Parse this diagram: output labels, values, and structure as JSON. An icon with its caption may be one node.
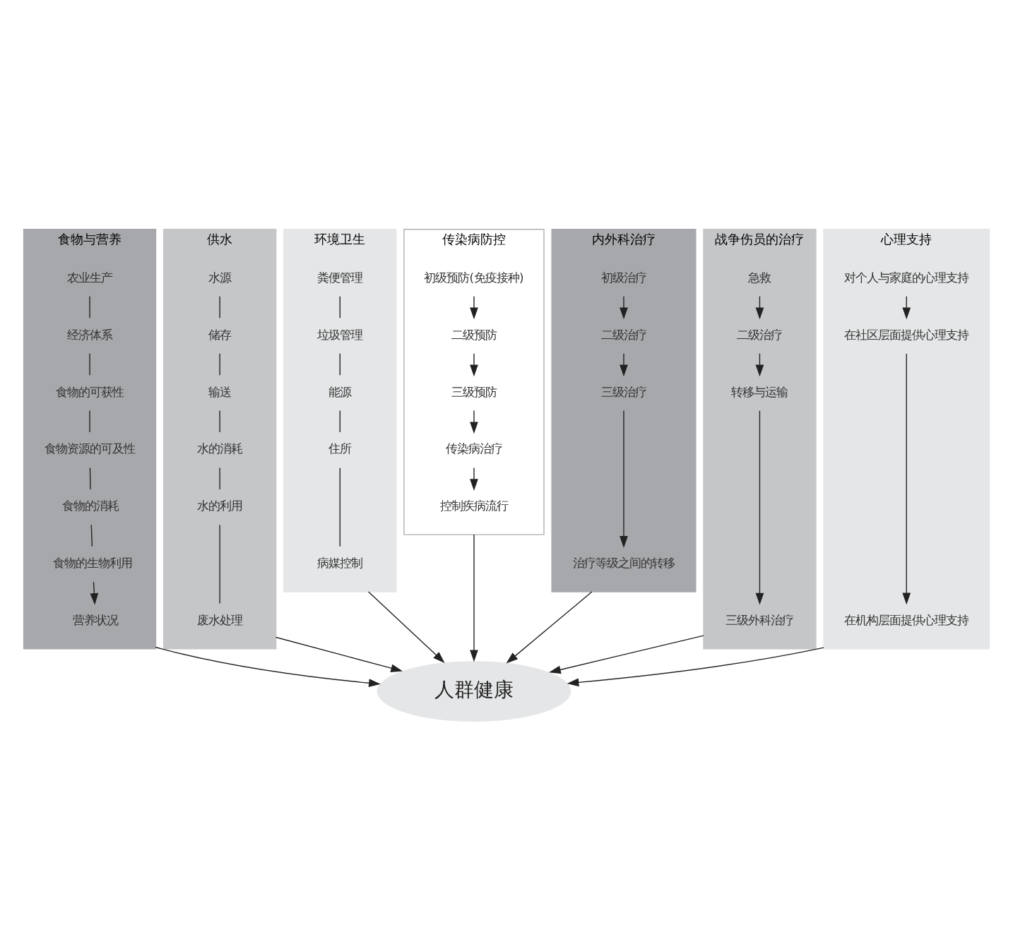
{
  "diagram": {
    "nodes": [
      {
        "text": [
          "食物与营养"
        ]
      },
      {
        "text": [
          "农业生产"
        ],
        "in": 0
      },
      {
        "text": [
          "经济体系"
        ],
        "in": 0
      },
      {
        "text": [
          "食物的可获性"
        ],
        "in": 0
      },
      {
        "text": [
          "食物资源的可及性"
        ],
        "in": 0
      },
      {
        "text": [
          "食物的消耗"
        ],
        "in": 0
      },
      {
        "text": [
          "食物的生物利用"
        ],
        "in": 0
      },
      {
        "text": [
          "营养状况"
        ],
        "in": 0
      },
      {
        "text": [
          "供水"
        ]
      },
      {
        "text": [
          "水源"
        ],
        "in": 8
      },
      {
        "text": [
          "储存"
        ],
        "in": 8
      },
      {
        "text": [
          "输送"
        ],
        "in": 8
      },
      {
        "text": [
          "水的消耗"
        ],
        "in": 8
      },
      {
        "text": [
          "水的利用"
        ],
        "in": 8
      },
      {
        "text": [
          "废水处理"
        ],
        "in": 8
      },
      {
        "text": [
          "环境卫生"
        ]
      },
      {
        "text": [
          "粪便管理"
        ],
        "in": 15
      },
      {
        "text": [
          "垃圾管理"
        ],
        "in": 15
      },
      {
        "text": [
          "能源"
        ],
        "in": 15
      },
      {
        "text": [
          "住所"
        ],
        "in": 15
      },
      {
        "text": [
          "病媒控制"
        ],
        "in": 15
      },
      {
        "text": [
          "传染病防控"
        ]
      },
      {
        "text": [
          "初级预防(免疫接种)"
        ],
        "in": 21
      },
      {
        "text": [
          "二级预防"
        ],
        "in": 21
      },
      {
        "text": [
          "三级预防"
        ],
        "in": 21
      },
      {
        "text": [
          "传染病治疗"
        ],
        "in": 21
      },
      {
        "text": [
          "控制疾病流行"
        ],
        "in": 21
      },
      {
        "text": [
          "内外科治疗"
        ]
      },
      {
        "text": [
          "初级治疗"
        ],
        "in": 27
      },
      {
        "text": [
          "二级治疗"
        ],
        "in": 27
      },
      {
        "text": [
          "三级治疗"
        ],
        "in": 27
      },
      {
        "text": [
          "治疗等级之间的转移"
        ],
        "in": 27
      },
      {
        "text": [
          "战争伤员的治疗"
        ]
      },
      {
        "text": [
          "急救"
        ],
        "in": 32
      },
      {
        "text": [
          "二级治疗"
        ],
        "in": 32
      },
      {
        "text": [
          "转移与运输"
        ],
        "in": 32
      },
      {
        "text": [
          "三级外科治疗"
        ],
        "in": 32
      },
      {
        "text": [
          "心理支持"
        ]
      },
      {
        "text": [
          "对个人与家庭的心理支持"
        ],
        "in": 37
      },
      {
        "text": [
          "在社区层面提供心理支持"
        ],
        "in": 37
      },
      {
        "text": [
          "在机构层面提供心理支持"
        ],
        "in": 37
      },
      {
        "text": [
          "人群健康"
        ]
      }
    ],
    "edges": [
      {
        "from": 1,
        "to": 2,
        "arrow": "none"
      },
      {
        "from": 2,
        "to": 3,
        "arrow": "none"
      },
      {
        "from": 3,
        "to": 4,
        "arrow": "none"
      },
      {
        "from": 4,
        "to": 5,
        "arrow": "none"
      },
      {
        "from": 5,
        "to": 6,
        "arrow": "none"
      },
      {
        "from": 6,
        "to": 7,
        "arrow": "to"
      },
      {
        "from": 9,
        "to": 10,
        "arrow": "none"
      },
      {
        "from": 10,
        "to": 11,
        "arrow": "none"
      },
      {
        "from": 11,
        "to": 12,
        "arrow": "none"
      },
      {
        "from": 12,
        "to": 13,
        "arrow": "none"
      },
      {
        "from": 13,
        "to": 14,
        "arrow": "none"
      },
      {
        "from": 16,
        "to": 17,
        "arrow": "none"
      },
      {
        "from": 17,
        "to": 18,
        "arrow": "none"
      },
      {
        "from": 18,
        "to": 19,
        "arrow": "none"
      },
      {
        "from": 19,
        "to": 20,
        "arrow": "none"
      },
      {
        "from": 22,
        "to": 23,
        "arrow": "to"
      },
      {
        "from": 23,
        "to": 24,
        "arrow": "to"
      },
      {
        "from": 24,
        "to": 25,
        "arrow": "to"
      },
      {
        "from": 25,
        "to": 26,
        "arrow": "to"
      },
      {
        "from": 28,
        "to": 29,
        "arrow": "to"
      },
      {
        "from": 29,
        "to": 30,
        "arrow": "to"
      },
      {
        "from": 30,
        "to": 31,
        "arrow": "to"
      },
      {
        "from": 33,
        "to": 34,
        "arrow": "to"
      },
      {
        "from": 34,
        "to": 35,
        "arrow": "to"
      },
      {
        "from": 35,
        "to": 36,
        "arrow": "to"
      },
      {
        "from": 38,
        "to": 39,
        "arrow": "to"
      },
      {
        "from": 39,
        "to": 40,
        "arrow": "to"
      },
      {
        "from": 0,
        "to": 41,
        "arrow": "to"
      },
      {
        "from": 8,
        "to": 41,
        "arrow": "to"
      },
      {
        "from": 15,
        "to": 41,
        "arrow": "to"
      },
      {
        "from": 21,
        "to": 41,
        "arrow": "to"
      },
      {
        "from": 27,
        "to": 41,
        "arrow": "to"
      },
      {
        "from": 32,
        "to": 41,
        "arrow": "to"
      },
      {
        "from": 37,
        "to": 41,
        "arrow": "to"
      }
    ]
  }
}
